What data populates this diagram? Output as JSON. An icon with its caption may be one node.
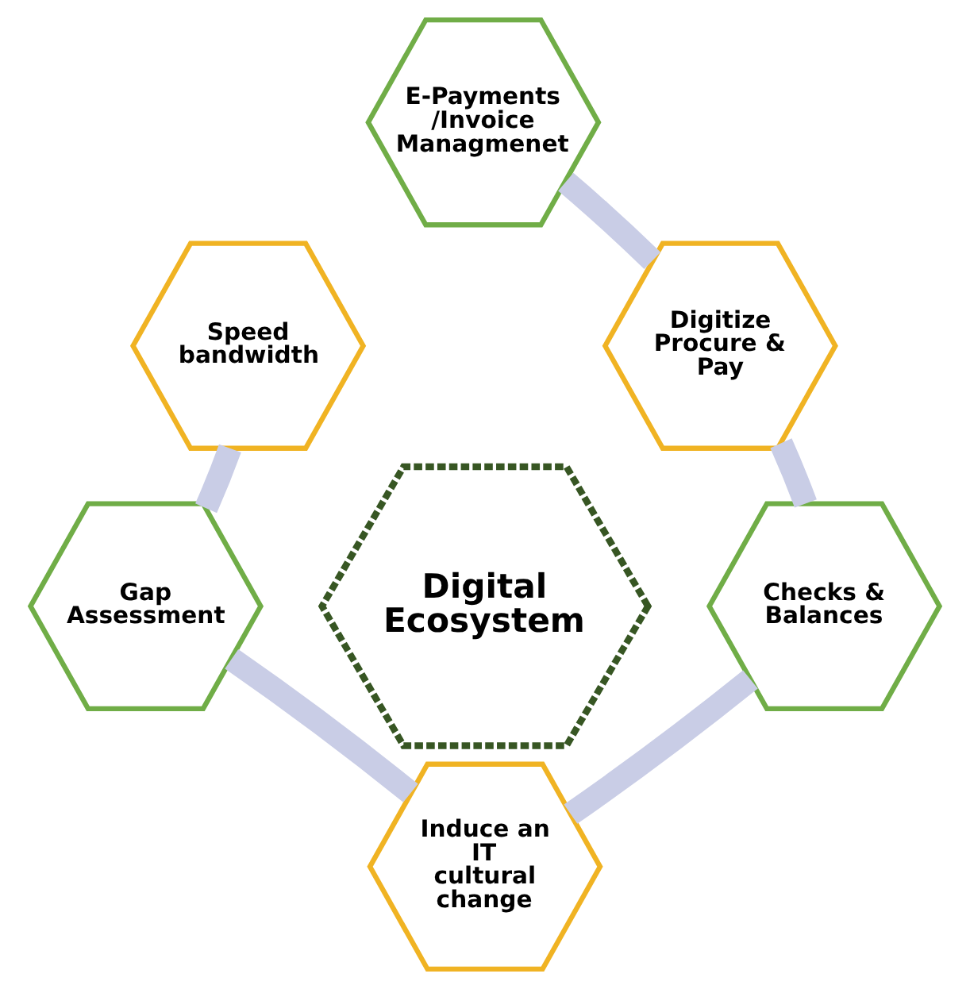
{
  "diagram": {
    "nodes": [
      {
        "text": [
          "E-Payments /Invoice Managmenet"
        ]
      },
      {
        "text": [
          "Speed bandwidth"
        ]
      },
      {
        "text": [
          "Digitize Procure & Pay"
        ]
      },
      {
        "text": [
          "Digital Ecosystem"
        ]
      },
      {
        "text": [
          "Gap Assessment"
        ]
      },
      {
        "text": [
          "Checks & Balances"
        ]
      },
      {
        "text": [
          "Induce an IT cultural change"
        ]
      }
    ],
    "edges": [
      {
        "from": 0,
        "to": 2,
        "arrow": "none"
      },
      {
        "from": 2,
        "to": 5,
        "arrow": "none"
      },
      {
        "from": 5,
        "to": 6,
        "arrow": "none"
      },
      {
        "from": 6,
        "to": 4,
        "arrow": "none"
      },
      {
        "from": 4,
        "to": 1,
        "arrow": "none"
      }
    ]
  }
}
